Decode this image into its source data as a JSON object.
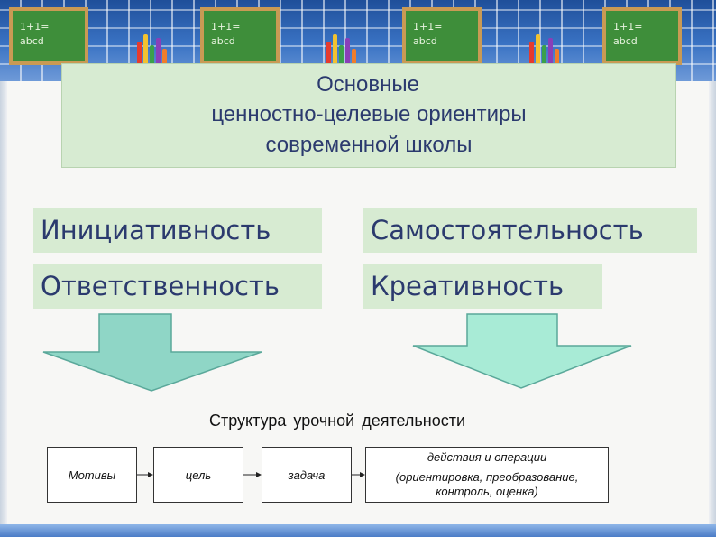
{
  "title": {
    "line1": "Основные",
    "line2": "ценностно-целевые ориентиры",
    "line3": "современной школы"
  },
  "values": [
    "Инициативность",
    "Самостоятельность",
    "Ответственность",
    "Креативность"
  ],
  "structure": {
    "heading": "Структура  урочной  деятельности",
    "steps": {
      "motives": "Мотивы",
      "goal": "цель",
      "task": "задача",
      "actions_title": "действия и операции",
      "actions_detail_1": "(ориентировка,  преобразование,",
      "actions_detail_2": "контроль,  оценка)"
    }
  },
  "colors": {
    "panel": "#d7ebd2",
    "text_dark_blue": "#2b3a6e",
    "arrow_left": "#8fd6c6",
    "arrow_right": "#a8ebd6"
  }
}
